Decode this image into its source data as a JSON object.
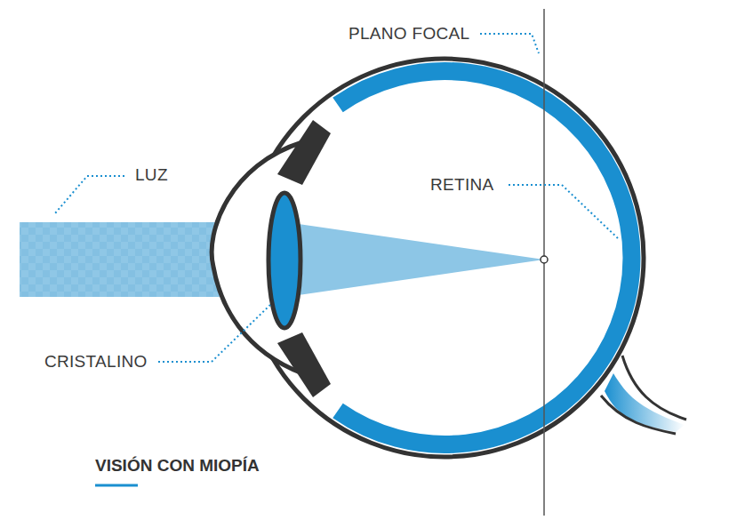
{
  "diagram": {
    "title": "VISIÓN CON MIOPÍA",
    "labels": [
      "PLANO FOCAL",
      "LUZ",
      "RETINA",
      "CRISTALINO"
    ]
  }
}
